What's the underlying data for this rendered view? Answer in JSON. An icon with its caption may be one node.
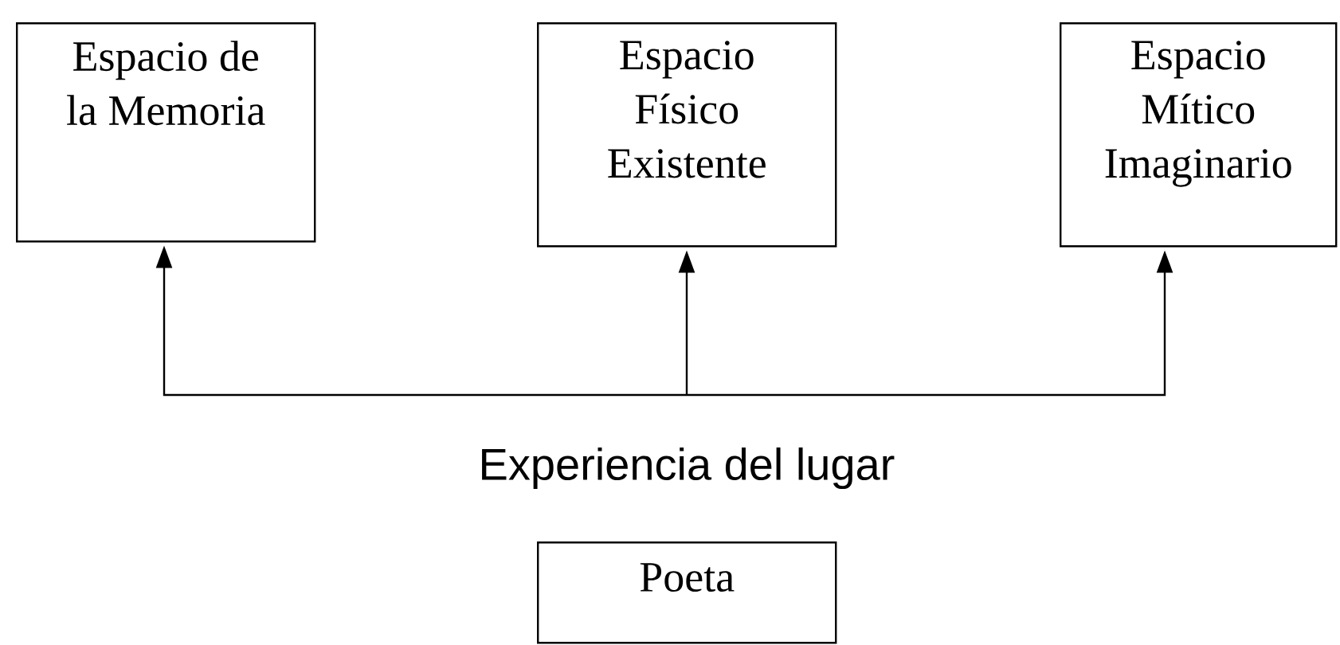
{
  "diagram": {
    "nodes": [
      {
        "text": [
          "Espacio de la Memoria"
        ]
      },
      {
        "text": [
          "Espacio Físico Existente"
        ]
      },
      {
        "text": [
          "Espacio Mítico Imaginario"
        ]
      },
      {
        "text": [
          "Poeta"
        ]
      }
    ],
    "edges": [
      {
        "from": null,
        "to": 0,
        "arrow": "to"
      },
      {
        "from": null,
        "to": 1,
        "arrow": "to"
      },
      {
        "from": null,
        "to": 2,
        "arrow": "to"
      }
    ],
    "labels": [
      "Experiencia del lugar"
    ]
  }
}
